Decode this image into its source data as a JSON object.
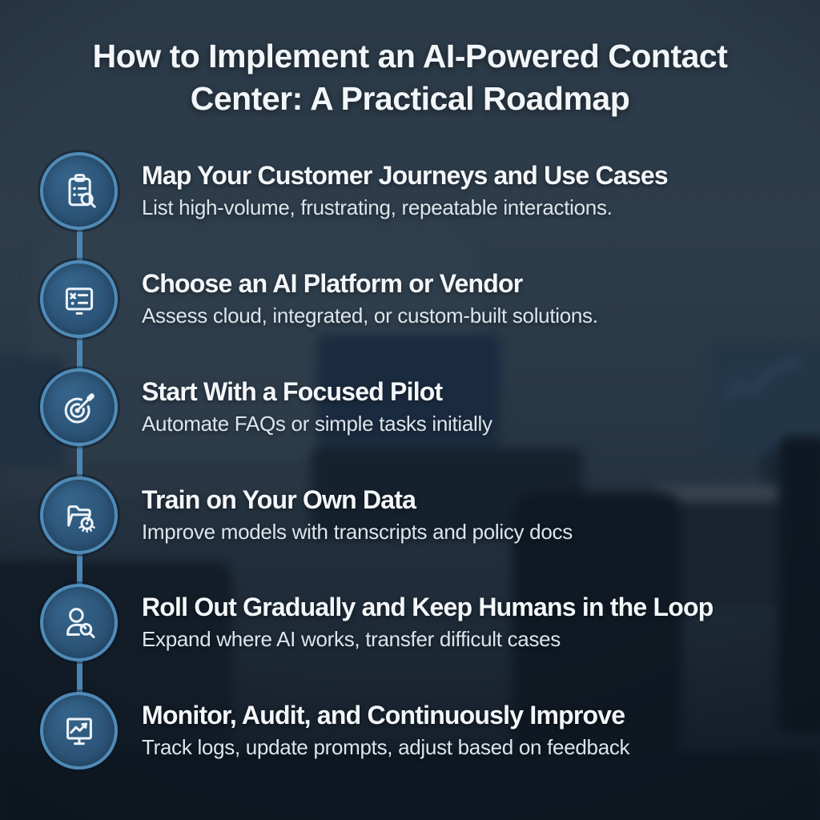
{
  "title": "How to Implement an AI-Powered Contact Center: A Practical Roadmap",
  "colors": {
    "background_top": "#2b3a48",
    "background_bottom": "#141e29",
    "badge_fill": "#2c5578",
    "badge_ring": "#4f8bb8",
    "connector": "#4b85b1",
    "icon_stroke": "#edf3f8",
    "title_text": "#f2f6f9",
    "heading_text": "#f4f7fa",
    "subtitle_text": "#dbe5ec"
  },
  "steps": [
    {
      "icon": "clipboard-search-icon",
      "heading": "Map Your Customer Journeys and Use Cases",
      "subtitle": "List high-volume, frustrating, repeatable interactions."
    },
    {
      "icon": "platform-checklist-icon",
      "heading": "Choose an AI Platform or Vendor",
      "subtitle": "Assess cloud, integrated, or custom-built solutions."
    },
    {
      "icon": "target-dart-icon",
      "heading": "Start With a Focused Pilot",
      "subtitle": "Automate FAQs or simple tasks initially"
    },
    {
      "icon": "folder-badge-icon",
      "heading": "Train on Your Own Data",
      "subtitle": "Improve models with transcripts and policy docs"
    },
    {
      "icon": "user-search-icon",
      "heading": "Roll Out Gradually and Keep Humans in the Loop",
      "subtitle": "Expand where AI works, transfer difficult cases"
    },
    {
      "icon": "monitor-chart-icon",
      "heading": "Monitor, Audit, and Continuously Improve",
      "subtitle": "Track logs, update prompts, adjust based on feedback"
    }
  ]
}
